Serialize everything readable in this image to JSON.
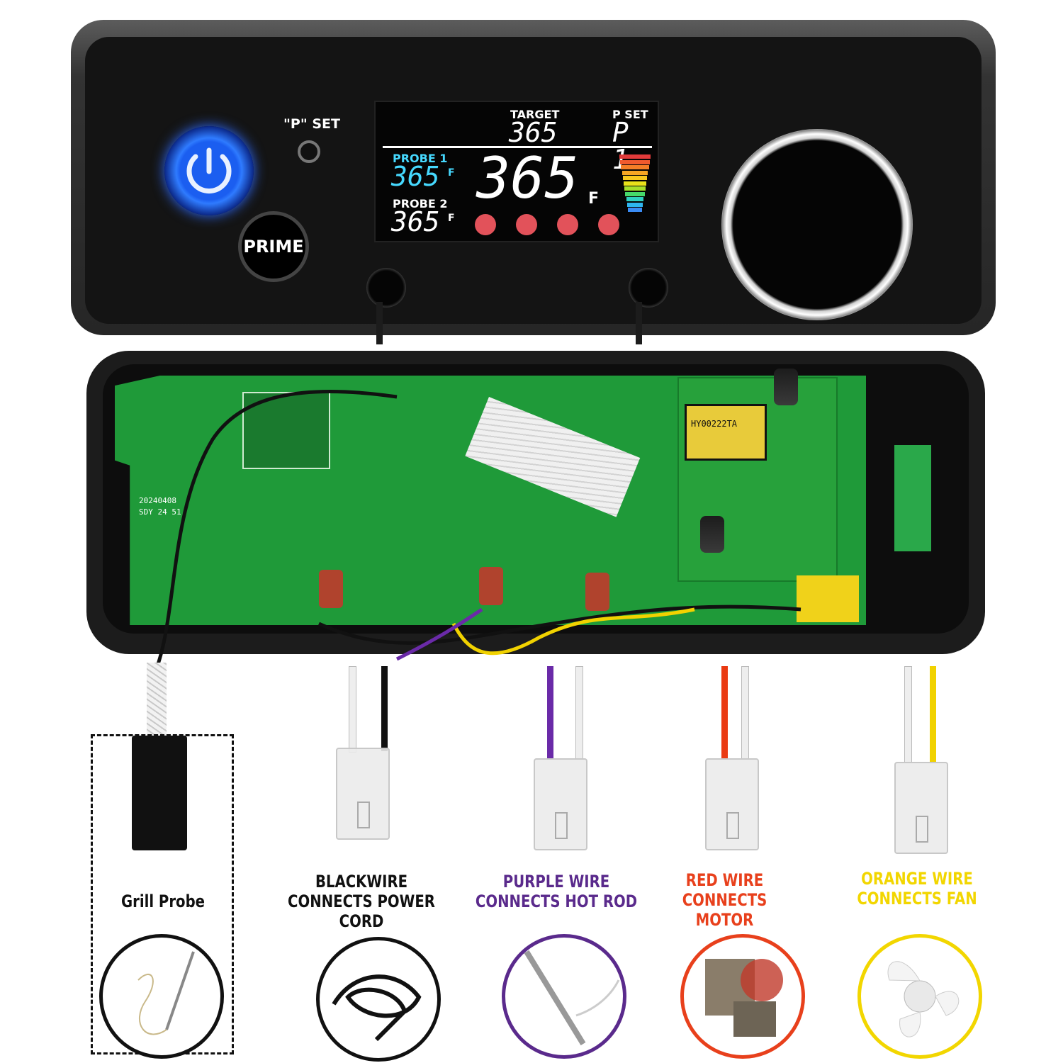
{
  "controller": {
    "p_set_label": "\"P\" SET",
    "prime_label": "PRIME",
    "display": {
      "target_label": "TARGET",
      "target_value": "365",
      "pset_label": "P SET",
      "pset_value": "P 1",
      "probe1_label": "PROBE 1",
      "probe1_value": "365",
      "probe1_unit": "F",
      "probe2_label": "PROBE 2",
      "probe2_value": "365",
      "probe2_unit": "F",
      "main_value": "365",
      "main_unit": "F",
      "bar_colors": [
        "#e23b3b",
        "#f05a2e",
        "#f47e27",
        "#f6a623",
        "#f7c81e",
        "#e8e21a",
        "#a6e02a",
        "#46d96a",
        "#2fd0c0",
        "#2eb6f0",
        "#3a8cf5"
      ]
    }
  },
  "board": {
    "date_code": "20240408",
    "batch_code": "SDY 24 51",
    "transformer_label": "HY00222TA"
  },
  "legend": [
    {
      "lines": [
        "Grill Probe"
      ],
      "color": "#111111",
      "icon": "probe-thermometer-icon"
    },
    {
      "lines": [
        "BLACKWIRE",
        "CONNECTS POWER CORD"
      ],
      "color": "#111111",
      "icon": "power-cord-icon"
    },
    {
      "lines": [
        "PURPLE WIRE",
        "CONNECTS HOT ROD"
      ],
      "color": "#5a2a8c",
      "icon": "hot-rod-icon"
    },
    {
      "lines": [
        "RED WIRE",
        "CONNECTS MOTOR"
      ],
      "color": "#e8401c",
      "icon": "auger-motor-icon"
    },
    {
      "lines": [
        "ORANGE WIRE",
        "CONNECTS FAN"
      ],
      "color": "#f2d600",
      "icon": "fan-icon"
    }
  ]
}
